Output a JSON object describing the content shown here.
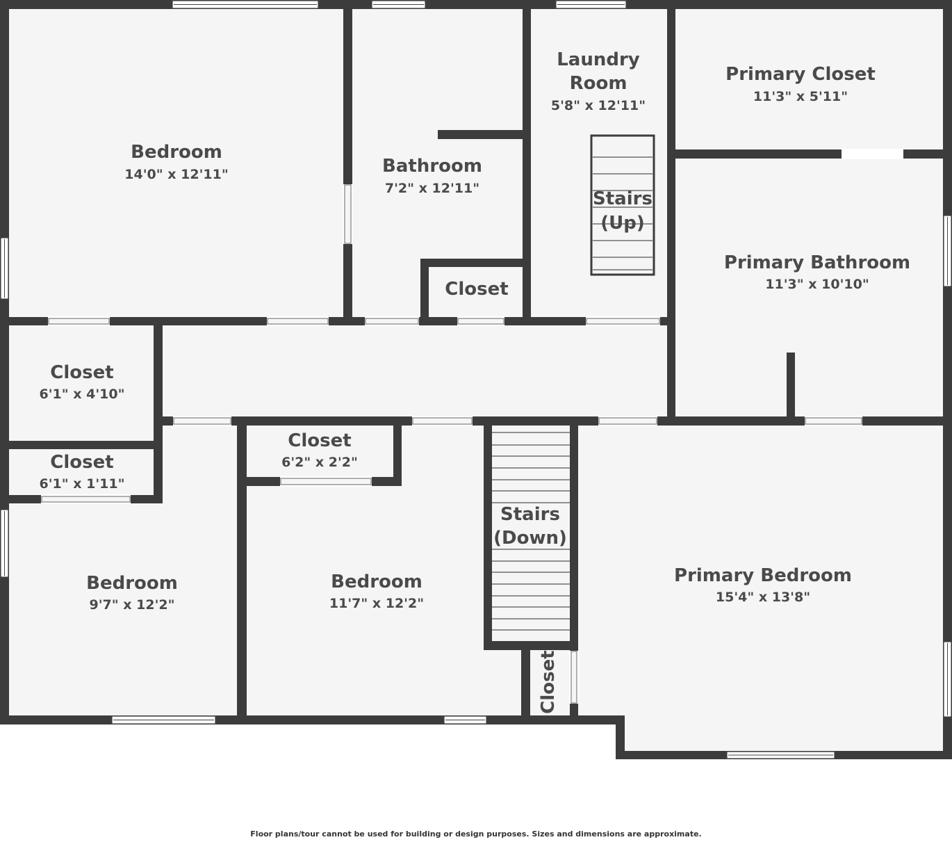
{
  "colors": {
    "wall": "#3c3c3c",
    "floor": "#f5f5f5",
    "background": "#ffffff",
    "text": "#4a4a4a"
  },
  "rooms": {
    "bedroom_nw": {
      "name": "Bedroom",
      "dim": "14'0\" x 12'11\""
    },
    "bathroom": {
      "name": "Bathroom",
      "dim": "7'2\" x 12'11\""
    },
    "laundry": {
      "name1": "Laundry",
      "name2": "Room",
      "dim": "5'8\" x 12'11\""
    },
    "primary_closet": {
      "name": "Primary Closet",
      "dim": "11'3\" x 5'11\""
    },
    "stairs_up": {
      "line1": "Stairs",
      "line2": "(Up)"
    },
    "primary_bathroom": {
      "name": "Primary Bathroom",
      "dim": "11'3\" x 10'10\""
    },
    "closet_small_bath": {
      "name": "Closet"
    },
    "closet_w1": {
      "name": "Closet",
      "dim": "6'1\" x 4'10\""
    },
    "closet_w2": {
      "name": "Closet",
      "dim": "6'1\" x 1'11\""
    },
    "closet_mid": {
      "name": "Closet",
      "dim": "6'2\" x 2'2\""
    },
    "stairs_down": {
      "line1": "Stairs",
      "line2": "(Down)"
    },
    "bedroom_sw": {
      "name": "Bedroom",
      "dim": "9'7\" x 12'2\""
    },
    "bedroom_s": {
      "name": "Bedroom",
      "dim": "11'7\" x 12'2\""
    },
    "primary_bedroom": {
      "name": "Primary Bedroom",
      "dim": "15'4\" x 13'8\""
    },
    "closet_vertical": {
      "name": "Closet"
    }
  },
  "disclaimer": "Floor plans/tour cannot be used for building or design purposes. Sizes and dimensions are approximate."
}
